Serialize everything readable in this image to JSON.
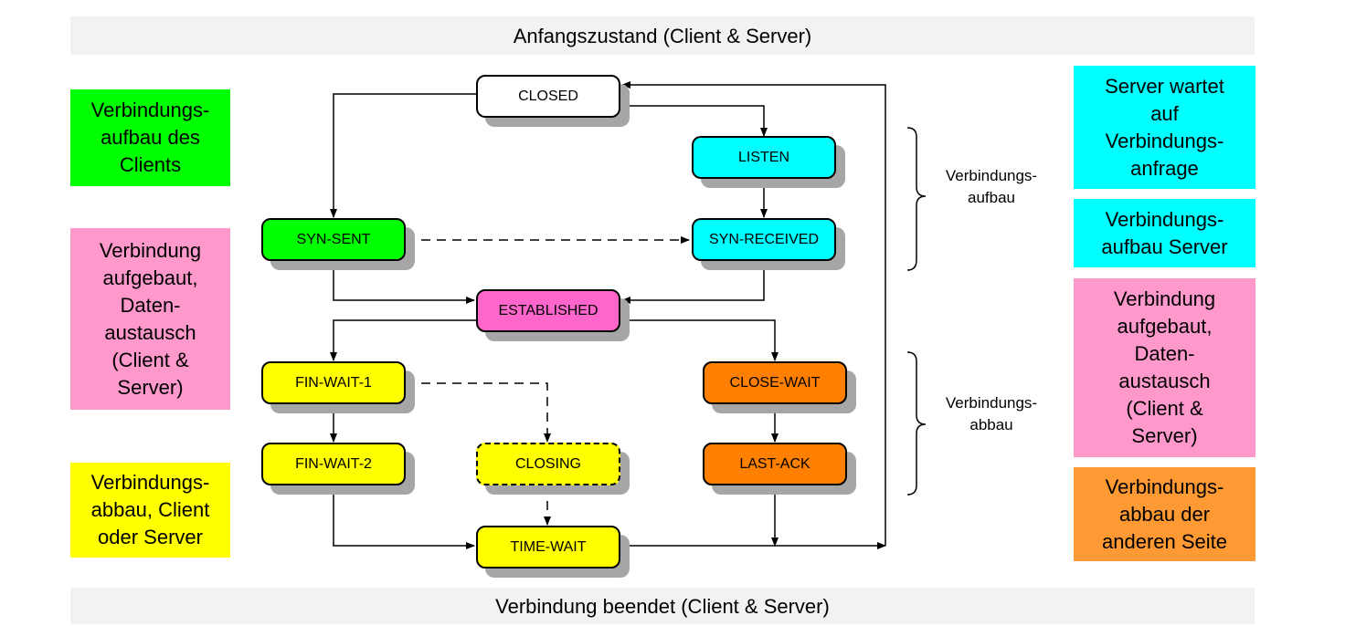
{
  "header": {
    "title": "Anfangszustand (Client & Server)"
  },
  "footer": {
    "title": "Verbindung beendet (Client & Server)"
  },
  "legend_left": [
    {
      "lines": [
        "Verbindungs-",
        "aufbau des",
        "Clients"
      ],
      "color": "#00ff00"
    },
    {
      "lines": [
        "Verbindung",
        "aufgebaut,",
        "Daten-",
        "austausch",
        "(Client &",
        "Server)"
      ],
      "color": "#ff99cc"
    },
    {
      "lines": [
        "Verbindungs-",
        "abbau, Client",
        "oder Server"
      ],
      "color": "#ffff00"
    }
  ],
  "legend_right": [
    {
      "lines": [
        "Server wartet",
        "auf",
        "Verbindungs-",
        "anfrage"
      ],
      "color": "#00ffff"
    },
    {
      "lines": [
        "Verbindungs-",
        "aufbau Server"
      ],
      "color": "#00ffff"
    },
    {
      "lines": [
        "Verbindung",
        "aufgebaut,",
        "Daten-",
        "austausch",
        "(Client &",
        "Server)"
      ],
      "color": "#ff99cc"
    },
    {
      "lines": [
        "Verbindungs-",
        "abbau der",
        "anderen Seite"
      ],
      "color": "#ff9933"
    }
  ],
  "states": {
    "closed": {
      "label": "CLOSED",
      "color": "#ffffff"
    },
    "listen": {
      "label": "LISTEN",
      "color": "#00ffff"
    },
    "syn_sent": {
      "label": "SYN-SENT",
      "color": "#00ff00"
    },
    "syn_received": {
      "label": "SYN-RECEIVED",
      "color": "#00ffff"
    },
    "established": {
      "label": "ESTABLISHED",
      "color": "#ff66cc"
    },
    "fin_wait_1": {
      "label": "FIN-WAIT-1",
      "color": "#ffff00"
    },
    "close_wait": {
      "label": "CLOSE-WAIT",
      "color": "#ff8000"
    },
    "fin_wait_2": {
      "label": "FIN-WAIT-2",
      "color": "#ffff00"
    },
    "closing": {
      "label": "CLOSING",
      "color": "#ffff00"
    },
    "last_ack": {
      "label": "LAST-ACK",
      "color": "#ff8000"
    },
    "time_wait": {
      "label": "TIME-WAIT",
      "color": "#ffff00"
    }
  },
  "phases": {
    "aufbau": {
      "lines": [
        "Verbindungs-",
        "aufbau"
      ]
    },
    "abbau": {
      "lines": [
        "Verbindungs-",
        "abbau"
      ]
    }
  }
}
